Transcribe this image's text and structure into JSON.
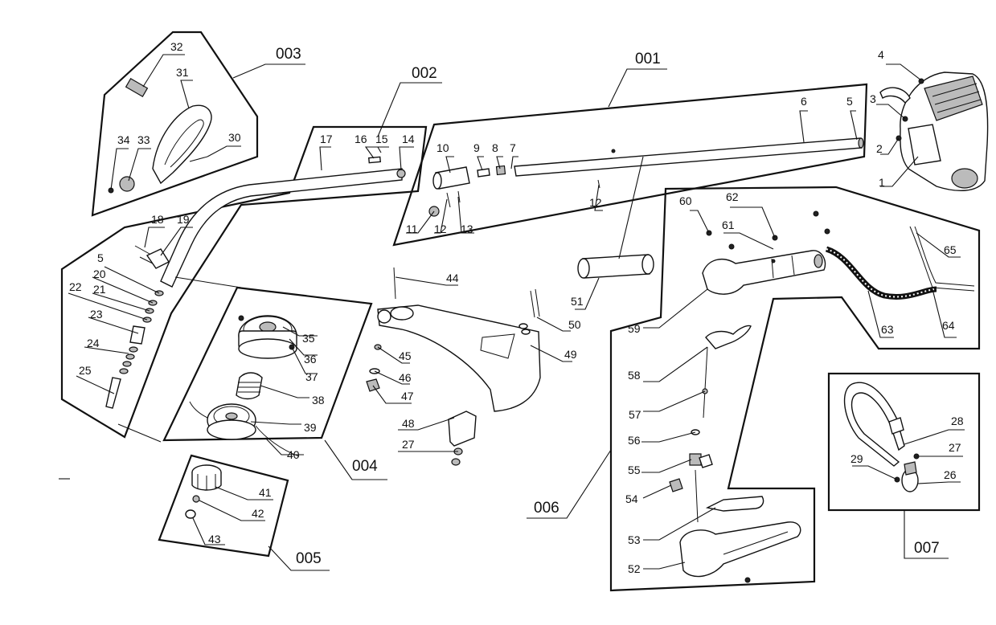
{
  "groups": {
    "g001": "001",
    "g002": "002",
    "g003": "003",
    "g004": "004",
    "g005": "005",
    "g006": "006",
    "g007": "007"
  },
  "parts": {
    "p1": "1",
    "p2": "2",
    "p3": "3",
    "p4": "4",
    "p5a": "5",
    "p5b": "5",
    "p6": "6",
    "p7": "7",
    "p8": "8",
    "p9": "9",
    "p10": "10",
    "p11": "11",
    "p12a": "12",
    "p12b": "12",
    "p13": "13",
    "p14": "14",
    "p15": "15",
    "p16": "16",
    "p17": "17",
    "p18": "18",
    "p19": "19",
    "p20": "20",
    "p21": "21",
    "p22": "22",
    "p23": "23",
    "p24": "24",
    "p25": "25",
    "p26": "26",
    "p27a": "27",
    "p27b": "27",
    "p28": "28",
    "p29": "29",
    "p30": "30",
    "p31": "31",
    "p32": "32",
    "p33": "33",
    "p34": "34",
    "p35": "35",
    "p36": "36",
    "p37": "37",
    "p38": "38",
    "p39": "39",
    "p40": "40",
    "p41": "41",
    "p42": "42",
    "p43": "43",
    "p44": "44",
    "p45": "45",
    "p46": "46",
    "p47": "47",
    "p48": "48",
    "p49": "49",
    "p50": "50",
    "p51": "51",
    "p52": "52",
    "p53": "53",
    "p54": "54",
    "p55": "55",
    "p56": "56",
    "p57": "57",
    "p58": "58",
    "p59": "59",
    "p60": "60",
    "p61": "61",
    "p62": "62",
    "p63": "63",
    "p64": "64",
    "p65": "65"
  }
}
